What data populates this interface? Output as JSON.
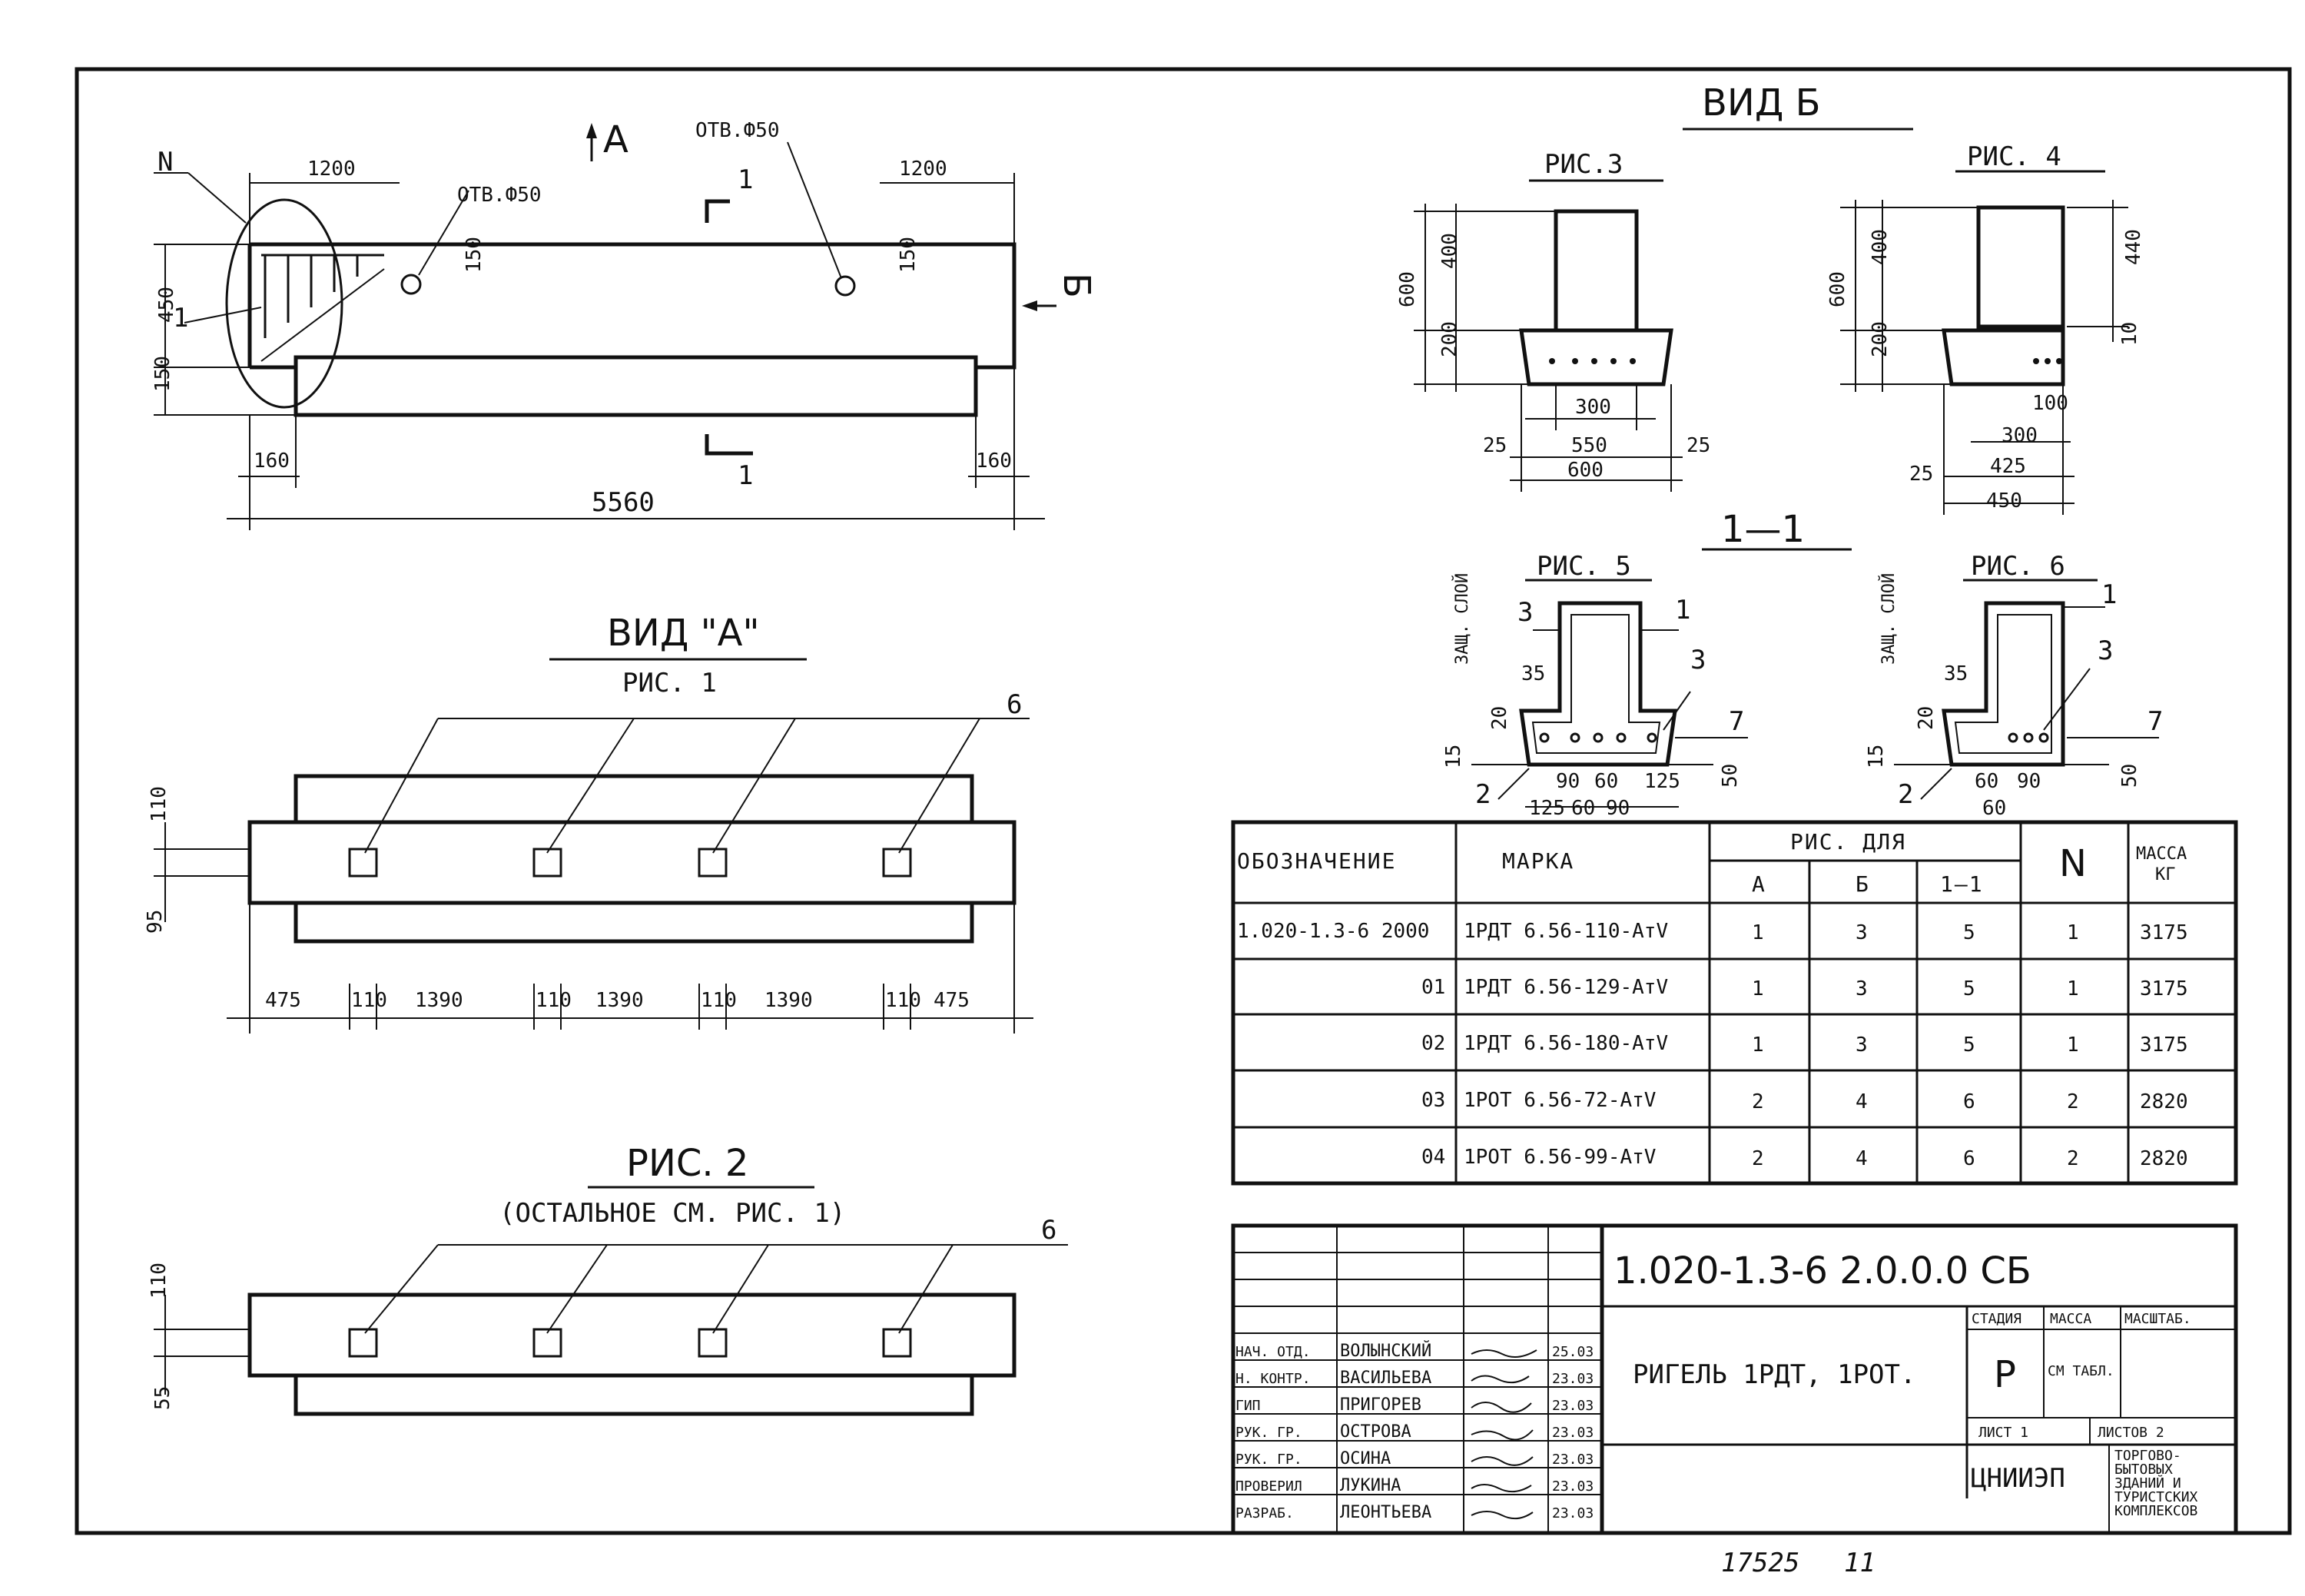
{
  "drawing": {
    "main": {
      "callout_n": "N",
      "view_a_arrow": "A",
      "view_b_arrow": "Б",
      "section_mark": "1",
      "hole_left": "ОТВ.Ф50",
      "hole_right": "ОТВ.Ф50",
      "dim_left_1200": "1200",
      "dim_right_1200": "1200",
      "dim_450": "450",
      "dim_150_bottom": "150",
      "dim_150_hole_left": "150",
      "dim_150_hole_right": "150",
      "dim_160_left": "160",
      "dim_160_right": "160",
      "dim_total": "5560",
      "callout_1": "1"
    },
    "view_a": {
      "title": "ВИД \"А\"",
      "subtitle": "РИС. 1",
      "callout_6": "6",
      "dim_110": "110",
      "dim_95": "95",
      "bottom_dims": [
        "475",
        "110",
        "1390",
        "110",
        "1390",
        "110",
        "1390",
        "110",
        "475"
      ]
    },
    "fig2": {
      "title": "РИС. 2",
      "subtitle": "(ОСТАЛЬНОЕ СМ. РИС. 1)",
      "callout_6": "6",
      "dim_110": "110",
      "dim_55": "55"
    },
    "view_b": {
      "title": "ВИД Б",
      "fig3": {
        "title": "РИС.3",
        "dims": {
          "d600": "600",
          "d400": "400",
          "d200": "200",
          "d300": "300",
          "d550": "550",
          "d600b": "600",
          "d25l": "25",
          "d25r": "25"
        }
      },
      "fig4": {
        "title": "РИС. 4",
        "dims": {
          "d600": "600",
          "d400": "400",
          "d200": "200",
          "d440": "440",
          "d10": "10",
          "d100": "100",
          "d300": "300",
          "d425": "425",
          "d450": "450",
          "d25": "25"
        }
      }
    },
    "section": {
      "title": "1—1",
      "fig5": {
        "title": "РИС. 5",
        "side_label": "ЗАЩ. СЛОЙ",
        "callouts": {
          "c1": "1",
          "c2": "2",
          "c3a": "3",
          "c3b": "3",
          "c7": "7"
        },
        "dims": {
          "d35": "35",
          "d20": "20",
          "d15": "15",
          "d50": "50",
          "d90a": "90",
          "d60a": "60",
          "d125a": "125",
          "d125b": "125",
          "d60b": "60",
          "d90b": "90"
        }
      },
      "fig6": {
        "title": "РИС. 6",
        "side_label": "ЗАЩ. СЛОЙ",
        "callouts": {
          "c1": "1",
          "c2": "2",
          "c3": "3",
          "c7": "7"
        },
        "dims": {
          "d35": "35",
          "d20": "20",
          "d15": "15",
          "d50": "50",
          "d60a": "60",
          "d90": "90",
          "d60b": "60"
        }
      }
    }
  },
  "spec_table": {
    "headers": {
      "designation": "ОБОЗНАЧЕНИЕ",
      "mark": "МАРКА",
      "fig_for": "РИС. ДЛЯ",
      "col_a": "А",
      "col_b": "Б",
      "col_11": "1—1",
      "n": "N",
      "mass": "МАССА",
      "mass_unit": "КГ"
    },
    "rows": [
      {
        "designation": "1.020-1.3-6 2000",
        "mark": "1РДТ 6.56-110-АтV",
        "a": "1",
        "b": "3",
        "s11": "5",
        "n": "1",
        "mass": "3175"
      },
      {
        "designation": "01",
        "mark": "1РДТ 6.56-129-АтV",
        "a": "1",
        "b": "3",
        "s11": "5",
        "n": "1",
        "mass": "3175"
      },
      {
        "designation": "02",
        "mark": "1РДТ 6.56-180-АтV",
        "a": "1",
        "b": "3",
        "s11": "5",
        "n": "1",
        "mass": "3175"
      },
      {
        "designation": "03",
        "mark": "1РОТ 6.56-72-АтV",
        "a": "2",
        "b": "4",
        "s11": "6",
        "n": "2",
        "mass": "2820"
      },
      {
        "designation": "04",
        "mark": "1РОТ 6.56-99-АтV",
        "a": "2",
        "b": "4",
        "s11": "6",
        "n": "2",
        "mass": "2820"
      }
    ]
  },
  "title_block": {
    "code": "1.020-1.3-6 2.0.0.0 СБ",
    "name": "РИГЕЛЬ 1РДТ, 1РОТ.",
    "stage_header": "СТАДИЯ",
    "mass_header": "МАССА",
    "scale_header": "МАСШТАБ.",
    "stage": "Р",
    "mass_value": "СМ ТАБЛ.",
    "sheet": "ЛИСТ 1",
    "sheets": "ЛИСТОВ 2",
    "org": "ЦНИИЭП",
    "org_desc": [
      "ТОРГОВО-",
      "БЫТОВЫХ",
      "ЗДАНИЙ И",
      "ТУРИСТСКИХ",
      "КОМПЛЕКСОВ"
    ],
    "people": [
      {
        "role": "НАЧ. ОТД.",
        "name": "ВОЛЫНСКИЙ",
        "date": "25.03"
      },
      {
        "role": "Н. КОНТР.",
        "name": "ВАСИЛЬЕВА",
        "date": "23.03"
      },
      {
        "role": "ГИП",
        "name": "ПРИГОРЕВ",
        "date": "23.03"
      },
      {
        "role": "РУК. ГР.",
        "name": "ОСТРОВА",
        "date": "23.03"
      },
      {
        "role": "РУК. ГР.",
        "name": "ОСИНА",
        "date": "23.03"
      },
      {
        "role": "ПРОВЕРИЛ",
        "name": "ЛУКИНА",
        "date": "23.03"
      },
      {
        "role": "РАЗРАБ.",
        "name": "ЛЕОНТЬЕВА",
        "date": "23.03"
      }
    ]
  },
  "footer": {
    "inv": "17525",
    "page": "11"
  }
}
